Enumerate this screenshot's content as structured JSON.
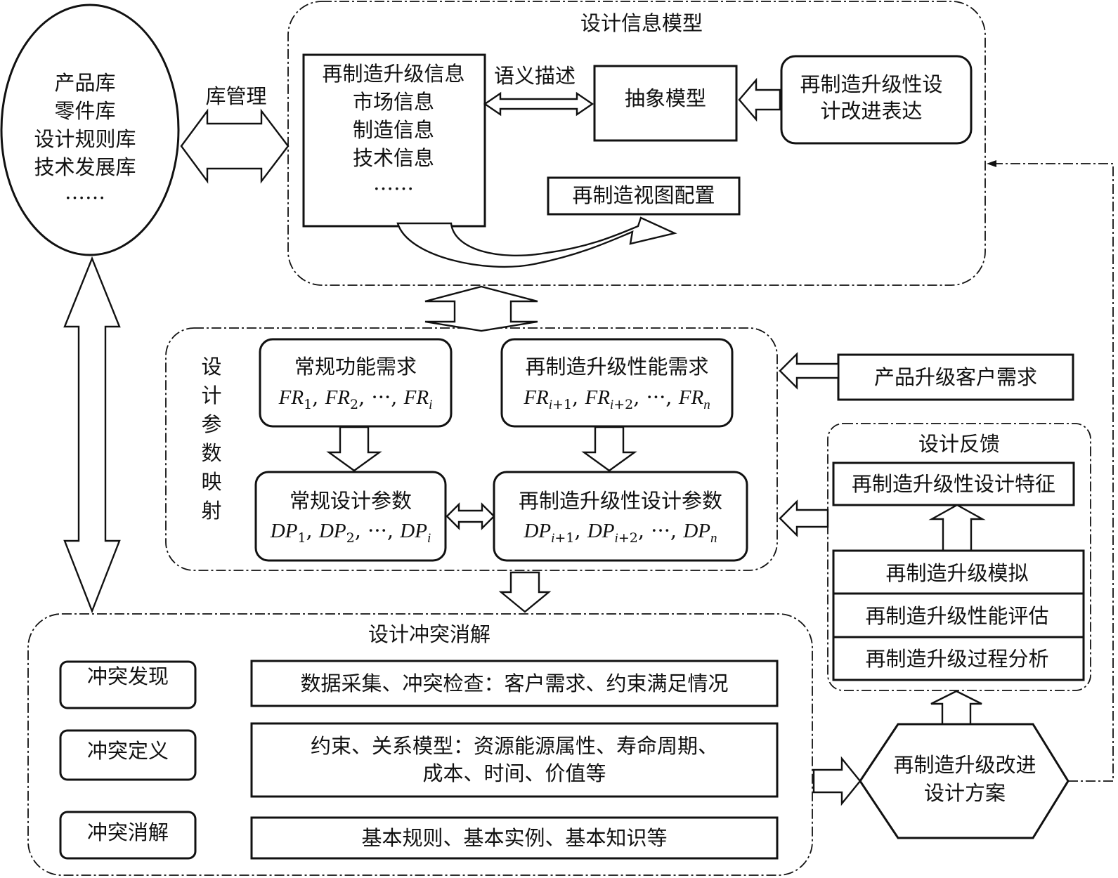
{
  "library": {
    "items": [
      "产品库",
      "零件库",
      "设计规则库",
      "技术发展库",
      "……"
    ],
    "manage_label": "库管理"
  },
  "info_model": {
    "title": "设计信息模型",
    "info_items": [
      "再制造升级信息",
      "市场信息",
      "制造信息",
      "技术信息",
      "……"
    ],
    "semantic_label": "语义描述",
    "abstract_model": "抽象模型",
    "expression": [
      "再制造升级性设",
      "计改进表达"
    ],
    "view_config": "再制造视图配置"
  },
  "mapping": {
    "title_chars": [
      "设",
      "计",
      "参",
      "数",
      "映",
      "射"
    ],
    "regular_fr": {
      "title": "常规功能需求"
    },
    "upgrade_fr": {
      "title": "再制造升级性能需求"
    },
    "regular_dp": {
      "title": "常规设计参数"
    },
    "upgrade_dp": {
      "title": "再制造升级性设计参数"
    }
  },
  "customer_needs": "产品升级客户需求",
  "feedback": {
    "title": "设计反馈",
    "feature": "再制造升级性设计特征",
    "steps": [
      "再制造升级模拟",
      "再制造升级性能评估",
      "再制造升级过程分析"
    ]
  },
  "conflict": {
    "title": "设计冲突消解",
    "rows": [
      {
        "label": "冲突发现",
        "content": [
          "数据采集、冲突检查：客户需求、约束满足情况"
        ]
      },
      {
        "label": "冲突定义",
        "content": [
          "约束、关系模型：资源能源属性、寿命周期、",
          "成本、时间、价值等"
        ]
      },
      {
        "label": "冲突消解",
        "content": [
          "基本规则、基本实例、基本知识等"
        ]
      }
    ]
  },
  "solution": [
    "再制造升级改进",
    "设计方案"
  ]
}
